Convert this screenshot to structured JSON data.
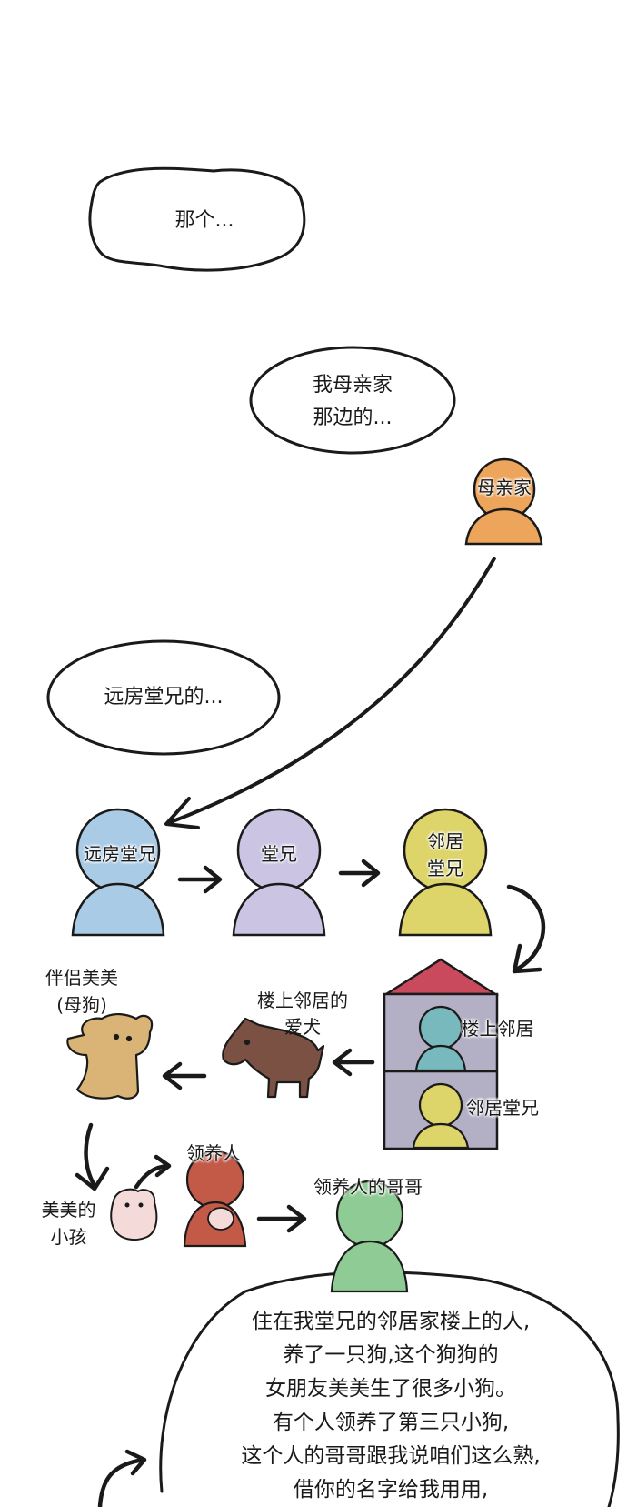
{
  "bubbles": {
    "b1": "那个...",
    "b2_line1": "我母亲家",
    "b2_line2": "那边的...",
    "b3": "远房堂兄的..."
  },
  "people": {
    "mother_family": "母亲家",
    "distant_cousin": "远房堂兄",
    "cousin": "堂兄",
    "neighbor_line1": "邻居",
    "neighbor_line2": "堂兄",
    "upstairs_neighbor": "楼上邻居",
    "neighbor_cousin": "邻居堂兄",
    "dog_owner_line1": "楼上邻居的",
    "dog_owner_line2": "爱犬",
    "partner_line1": "伴侣美美",
    "partner_line2": "(母狗)",
    "puppy_line1": "美美的",
    "puppy_line2": "小孩",
    "adopter": "领养人",
    "adopter_brother": "领养人的哥哥"
  },
  "final_bubble": {
    "lines": [
      "住在我堂兄的邻居家楼上的人,",
      "养了一只狗,这个狗狗的",
      "女朋友美美生了很多小狗。",
      "有个人领养了第三只小狗,",
      "这个人的哥哥跟我说咱们这么熟,",
      "借你的名字给我用用,"
    ]
  },
  "colors": {
    "orange": "#eda55c",
    "blue": "#a9cbe6",
    "lavender": "#cbc5e3",
    "yellow": "#ddd46a",
    "teal": "#78b9bd",
    "brown_dog": "#7a5143",
    "tan_dog": "#d9b476",
    "red_person": "#c35a48",
    "green_person": "#8fcb94",
    "roof": "#c94a5c",
    "building": "#b3b0c5"
  }
}
